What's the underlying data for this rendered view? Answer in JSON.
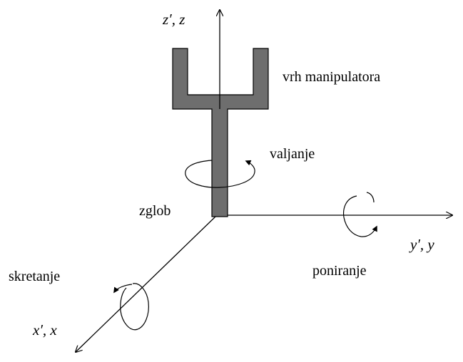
{
  "labels": {
    "z_axis": "z′, z",
    "y_axis": "y′, y",
    "x_axis": "x′, x",
    "gripper_tip": "vrh manipulatora",
    "roll": "valjanje",
    "wrist": "zglob",
    "pitch": "poniranje",
    "yaw": "skretanje"
  },
  "colors": {
    "gripper_fill": "#6e6e6e",
    "stroke": "#000000"
  }
}
